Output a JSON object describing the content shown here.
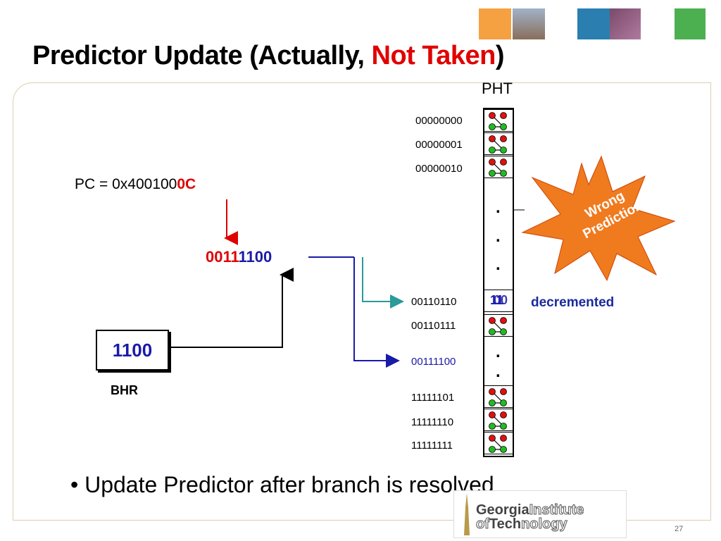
{
  "slide": {
    "title_prefix": "Predictor Update (Actually, ",
    "title_highlight": "Not Taken",
    "title_suffix": ")",
    "page_number": "27"
  },
  "pc": {
    "prefix": "PC = 0x400100",
    "highlight": "0C"
  },
  "index": {
    "red_bits": "0011",
    "blue_bits": "1100"
  },
  "bhr": {
    "value": "1100",
    "label": "BHR"
  },
  "pht": {
    "title": "PHT",
    "rows_top": [
      "00000000",
      "00000001",
      "00000010"
    ],
    "row_mid_a": "00110110",
    "row_mid_b": "00110111",
    "row_target": "00111100",
    "rows_bottom": [
      "11111101",
      "11111110",
      "11111111"
    ],
    "counter_old": "11",
    "counter_new": "00"
  },
  "annotation": {
    "decremented": "decremented",
    "burst_line1": "Wrong",
    "burst_line2": "Prediction"
  },
  "bullet": {
    "text": "Update Predictor after branch is resolved"
  },
  "logo": {
    "line1_bold": "Georgia",
    "line1_outline": "Institute",
    "line2_outline": "of",
    "line2_bold": "Tech",
    "line2_outline_b": "nology"
  },
  "colors": {
    "red": "#e00000",
    "blue": "#1a1aa8",
    "teal": "#2a9a9a",
    "burst": "#f07a1e"
  }
}
